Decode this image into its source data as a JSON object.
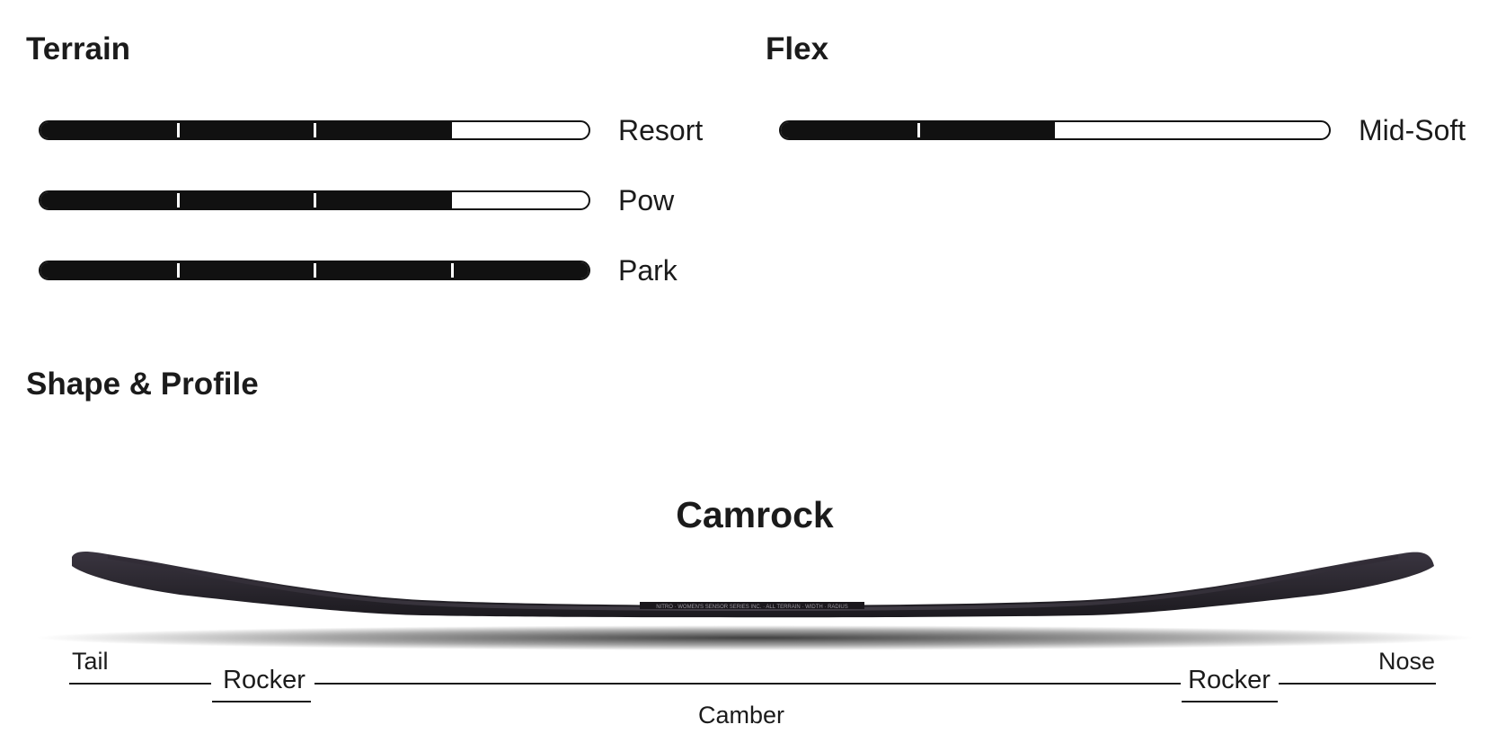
{
  "terrain": {
    "title": "Terrain",
    "bars": [
      {
        "label": "Resort",
        "level": 3,
        "max": 4
      },
      {
        "label": "Pow",
        "level": 3,
        "max": 4
      },
      {
        "label": "Park",
        "level": 4,
        "max": 4
      }
    ]
  },
  "flex": {
    "title": "Flex",
    "bars": [
      {
        "label": "Mid-Soft",
        "level": 2,
        "max": 4
      }
    ]
  },
  "shape_profile": {
    "title": "Shape & Profile",
    "profile_name": "Camrock",
    "labels": {
      "tail": "Tail",
      "nose": "Nose",
      "rocker_left": "Rocker",
      "rocker_right": "Rocker",
      "camber": "Camber"
    },
    "board_print": "NITRO  ·  WOMEN'S SENSOR SERIES INC.  ·  ALL TERRAIN  ·  WIDTH  ·  RADIUS"
  }
}
